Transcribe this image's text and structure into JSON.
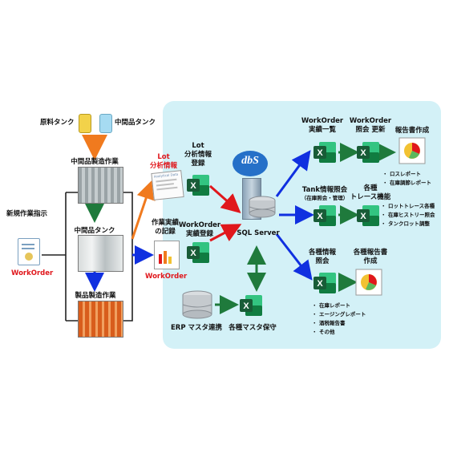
{
  "raw_tank": "原料タンク",
  "mid_tank": "中間品タンク",
  "mid_process": "中間品製造作業",
  "mid_tank2": "中間品タンク",
  "product_process": "製品製造作業",
  "new_order": "新規作業指示",
  "workorder_red": "WorkOrder",
  "workorder_red2": "WorkOrder",
  "lot_analysis_red": "Lot\n分析情報",
  "lot_register": "Lot\n分析情報\n登録",
  "record": "作業実績\nの記録",
  "wo_register": "WorkOrder\n実績登録",
  "sql_server": "SQL Server",
  "dbs": "dbS",
  "erp": "ERP マスタ連携",
  "master": "各種マスタ保守",
  "wo_list": "WorkOrder\n実績一覧",
  "wo_update": "WorkOrder\n照会 更新",
  "report_create": "報告書作成",
  "report_items": [
    "ロスレポート",
    "在庫調節レポート"
  ],
  "tank_query": "Tank情報照会",
  "tank_query_sub": "（在庫照会・管理）",
  "trace": "各種\nトレース機能",
  "trace_items": [
    "ロットトレース各種",
    "在庫ヒストリー照会",
    "タンクロット調整"
  ],
  "info_query": "各種情報\n照会",
  "report_create2": "各種報告書\n作成",
  "info_items": [
    "在庫レポート",
    "エージングレポート",
    "酒税報告書",
    "その他"
  ],
  "doc_title": "Analytical Data",
  "colors": {
    "panel": "#d3f1f7",
    "red": "#e0171c",
    "blue": "#1030e0",
    "green": "#1f7a3c",
    "orange": "#f07a1e",
    "excel": "#1d7044"
  }
}
